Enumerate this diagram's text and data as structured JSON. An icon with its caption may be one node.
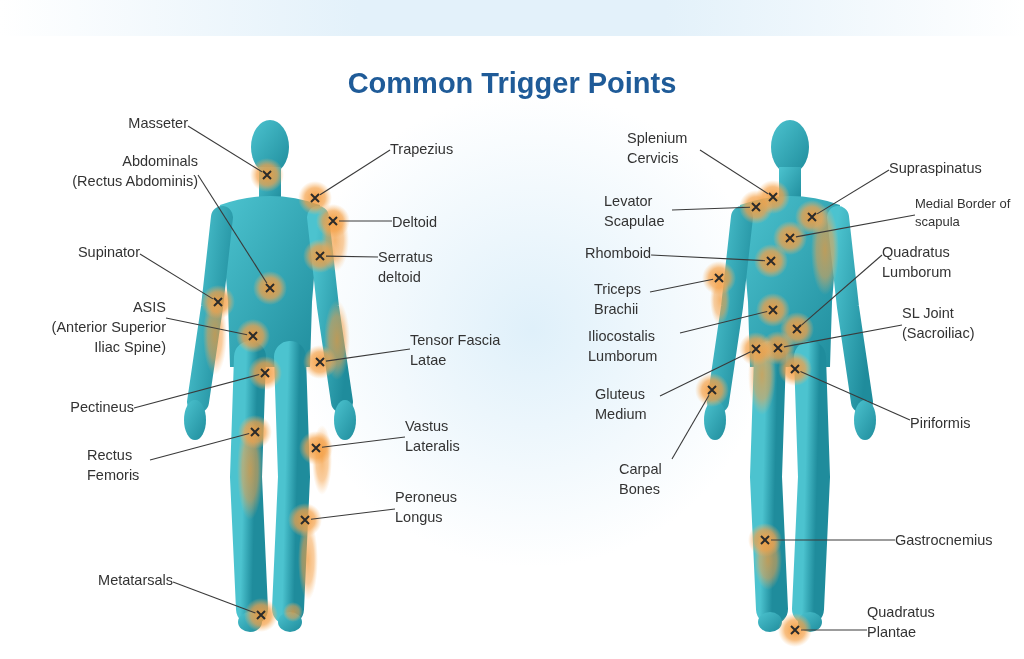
{
  "diagram": {
    "title": "Common Trigger Points",
    "nodes": [
      {
        "text": [
          "Masseter"
        ]
      },
      {
        "text": [
          "Abdominals",
          "(Rectus Abdominis)"
        ]
      },
      {
        "text": [
          "Trapezius"
        ]
      },
      {
        "text": [
          "Deltoid"
        ]
      },
      {
        "text": [
          "Serratus deltoid"
        ]
      },
      {
        "text": [
          "Supinator"
        ]
      },
      {
        "text": [
          "ASIS",
          "(Anterior Superior Iliac Spine)"
        ]
      },
      {
        "text": [
          "Tensor Fascia Latae"
        ]
      },
      {
        "text": [
          "Pectineus"
        ]
      },
      {
        "text": [
          "Vastus Lateralis"
        ]
      },
      {
        "text": [
          "Rectus Femoris"
        ]
      },
      {
        "text": [
          "Peroneus Longus"
        ]
      },
      {
        "text": [
          "Metatarsals"
        ]
      },
      {
        "text": [
          "Splenium Cervicis"
        ]
      },
      {
        "text": [
          "Supraspinatus"
        ]
      },
      {
        "text": [
          "Levator Scapulae"
        ]
      },
      {
        "text": [
          "Medial Border of scapula"
        ]
      },
      {
        "text": [
          "Rhomboid"
        ]
      },
      {
        "text": [
          "Quadratus Lumborum"
        ]
      },
      {
        "text": [
          "Triceps Brachii"
        ]
      },
      {
        "text": [
          "Iliocostalis Lumborum"
        ]
      },
      {
        "text": [
          "SL Joint",
          "(Sacroiliac)"
        ]
      },
      {
        "text": [
          "Gluteus Medium"
        ]
      },
      {
        "text": [
          "Piriformis"
        ]
      },
      {
        "text": [
          "Carpal Bones"
        ]
      },
      {
        "text": [
          "Gastrocnemius"
        ]
      },
      {
        "text": [
          "Quadratus Plantae"
        ]
      },
      {
        "text": [],
        "shape": "cross"
      },
      {
        "text": [],
        "shape": "cross"
      },
      {
        "text": [],
        "shape": "cross"
      },
      {
        "text": [],
        "shape": "cross"
      },
      {
        "text": [],
        "shape": "cross"
      },
      {
        "text": [],
        "shape": "cross"
      },
      {
        "text": [],
        "shape": "cross"
      },
      {
        "text": [],
        "shape": "cross"
      },
      {
        "text": [],
        "shape": "cross"
      },
      {
        "text": [],
        "shape": "cross"
      },
      {
        "text": [],
        "shape": "cross"
      },
      {
        "text": [],
        "shape": "cross"
      },
      {
        "text": [],
        "shape": "cross"
      },
      {
        "text": [],
        "shape": "cross"
      },
      {
        "text": [],
        "shape": "cross"
      },
      {
        "text": [],
        "shape": "cross"
      },
      {
        "text": [],
        "shape": "cross"
      },
      {
        "text": [],
        "shape": "cross"
      },
      {
        "text": [],
        "shape": "cross"
      },
      {
        "text": [],
        "shape": "cross"
      },
      {
        "text": [],
        "shape": "cross"
      },
      {
        "text": [],
        "shape": "cross"
      },
      {
        "text": [],
        "shape": "cross"
      },
      {
        "text": [],
        "shape": "cross"
      },
      {
        "text": [],
        "shape": "cross"
      },
      {
        "text": [],
        "shape": "cross"
      },
      {
        "text": [],
        "shape": "cross"
      }
    ],
    "edges": [
      {
        "from": 0,
        "to": 27,
        "arrow": "none"
      },
      {
        "from": 1,
        "to": 28,
        "arrow": "none"
      },
      {
        "from": 2,
        "to": 29,
        "arrow": "none"
      },
      {
        "from": 3,
        "to": 30,
        "arrow": "none"
      },
      {
        "from": 4,
        "to": 31,
        "arrow": "none"
      },
      {
        "from": 5,
        "to": 32,
        "arrow": "none"
      },
      {
        "from": 6,
        "to": 33,
        "arrow": "none"
      },
      {
        "from": 7,
        "to": 34,
        "arrow": "none"
      },
      {
        "from": 8,
        "to": 35,
        "arrow": "none"
      },
      {
        "from": 9,
        "to": 36,
        "arrow": "none"
      },
      {
        "from": 10,
        "to": 37,
        "arrow": "none"
      },
      {
        "from": 11,
        "to": 38,
        "arrow": "none"
      },
      {
        "from": 12,
        "to": 39,
        "arrow": "none"
      },
      {
        "from": 13,
        "to": 40,
        "arrow": "none"
      },
      {
        "from": 14,
        "to": 41,
        "arrow": "none"
      },
      {
        "from": 15,
        "to": 42,
        "arrow": "none"
      },
      {
        "from": 16,
        "to": 43,
        "arrow": "none"
      },
      {
        "from": 17,
        "to": 44,
        "arrow": "none"
      },
      {
        "from": 18,
        "to": 45,
        "arrow": "none"
      },
      {
        "from": 19,
        "to": 46,
        "arrow": "none"
      },
      {
        "from": 20,
        "to": 47,
        "arrow": "none"
      },
      {
        "from": 21,
        "to": 48,
        "arrow": "none"
      },
      {
        "from": 22,
        "to": 49,
        "arrow": "none"
      },
      {
        "from": 23,
        "to": 50,
        "arrow": "none"
      },
      {
        "from": 24,
        "to": 51,
        "arrow": "none"
      },
      {
        "from": 25,
        "to": 52,
        "arrow": "none"
      },
      {
        "from": 26,
        "to": 53,
        "arrow": "none"
      }
    ]
  }
}
